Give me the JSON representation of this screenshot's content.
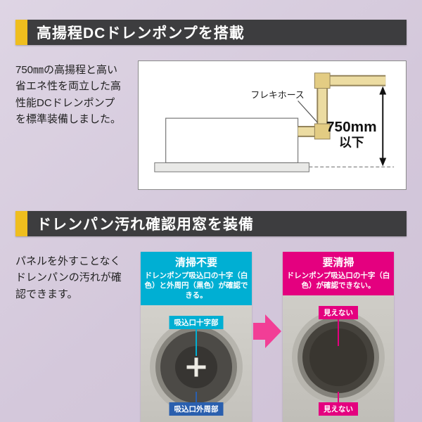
{
  "page": {
    "background": "#d6cbdc"
  },
  "colors": {
    "accent_yellow": "#efbe1e",
    "header_bar": "#3d3d3f",
    "cyan": "#00afd3",
    "magenta": "#e4007f",
    "blue": "#2a5fae",
    "arrow_pink": "#f23e96"
  },
  "pump_section": {
    "title": "高揚程DCドレンポンプを搭載",
    "description": "750㎜の高揚程と高い省エネ性を両立した高性能DCドレンポンプを標準装備しました。",
    "diagram": {
      "hose_label": "フレキホース",
      "height_value": "750mm",
      "height_suffix": "以下"
    }
  },
  "window_section": {
    "title": "ドレンパン汚れ確認用窓を装備",
    "description": "パネルを外すことなくドレンパンの汚れが確認できます。",
    "clean_panel": {
      "title": "清掃不要",
      "description": "ドレンポンプ吸込口の十字（白色）と外周円（黒色）が確認できる。",
      "label_cross": "吸込口十字部",
      "label_outer": "吸込口外周部"
    },
    "dirty_panel": {
      "title": "要清掃",
      "description": "ドレンポンプ吸込口の十字（白色）が確認できない。",
      "label_top": "見えない",
      "label_bottom": "見えない"
    }
  }
}
